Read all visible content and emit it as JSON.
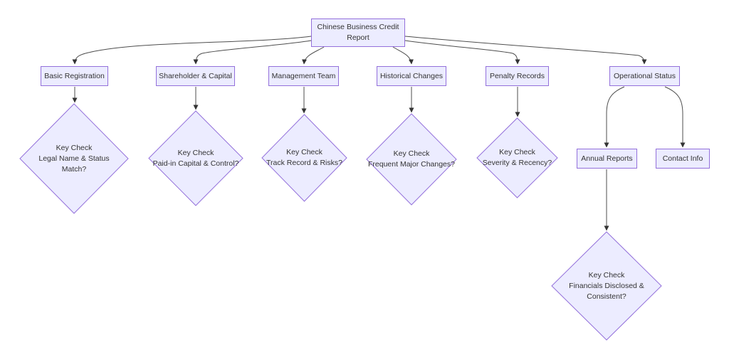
{
  "diagram": {
    "type": "flowchart",
    "direction": "top-down",
    "colors": {
      "node_fill": "#ECECFF",
      "node_border": "#9370DB",
      "text": "#333333",
      "edge": "#4d4d4d",
      "background": "#ffffff"
    },
    "nodes": {
      "root": {
        "shape": "rect",
        "lines": [
          "Chinese Business Credit",
          "Report"
        ]
      },
      "basic_registration": {
        "shape": "rect",
        "lines": [
          "Basic Registration"
        ]
      },
      "shareholder_capital": {
        "shape": "rect",
        "lines": [
          "Shareholder & Capital"
        ]
      },
      "management_team": {
        "shape": "rect",
        "lines": [
          "Management Team"
        ]
      },
      "historical_changes": {
        "shape": "rect",
        "lines": [
          "Historical Changes"
        ]
      },
      "penalty_records": {
        "shape": "rect",
        "lines": [
          "Penalty Records"
        ]
      },
      "operational_status": {
        "shape": "rect",
        "lines": [
          "Operational Status"
        ]
      },
      "annual_reports": {
        "shape": "rect",
        "lines": [
          "Annual Reports"
        ]
      },
      "contact_info": {
        "shape": "rect",
        "lines": [
          "Contact Info"
        ]
      },
      "check_legal_name": {
        "shape": "diamond",
        "lines": [
          "Key Check",
          "Legal Name & Status",
          "Match?"
        ]
      },
      "check_capital": {
        "shape": "diamond",
        "lines": [
          "Key Check",
          "Paid-in Capital & Control?"
        ]
      },
      "check_track_record": {
        "shape": "diamond",
        "lines": [
          "Key Check",
          "Track Record & Risks?"
        ]
      },
      "check_changes": {
        "shape": "diamond",
        "lines": [
          "Key Check",
          "Frequent Major Changes?"
        ]
      },
      "check_severity": {
        "shape": "diamond",
        "lines": [
          "Key Check",
          "Severity & Recency?"
        ]
      },
      "check_financials": {
        "shape": "diamond",
        "lines": [
          "Key Check",
          "Financials Disclosed &",
          "Consistent?"
        ]
      }
    },
    "edges": [
      {
        "from": "root",
        "to": "basic_registration"
      },
      {
        "from": "root",
        "to": "shareholder_capital"
      },
      {
        "from": "root",
        "to": "management_team"
      },
      {
        "from": "root",
        "to": "historical_changes"
      },
      {
        "from": "root",
        "to": "penalty_records"
      },
      {
        "from": "root",
        "to": "operational_status"
      },
      {
        "from": "basic_registration",
        "to": "check_legal_name"
      },
      {
        "from": "shareholder_capital",
        "to": "check_capital"
      },
      {
        "from": "management_team",
        "to": "check_track_record"
      },
      {
        "from": "historical_changes",
        "to": "check_changes"
      },
      {
        "from": "penalty_records",
        "to": "check_severity"
      },
      {
        "from": "operational_status",
        "to": "annual_reports"
      },
      {
        "from": "operational_status",
        "to": "contact_info"
      },
      {
        "from": "annual_reports",
        "to": "check_financials"
      }
    ]
  }
}
